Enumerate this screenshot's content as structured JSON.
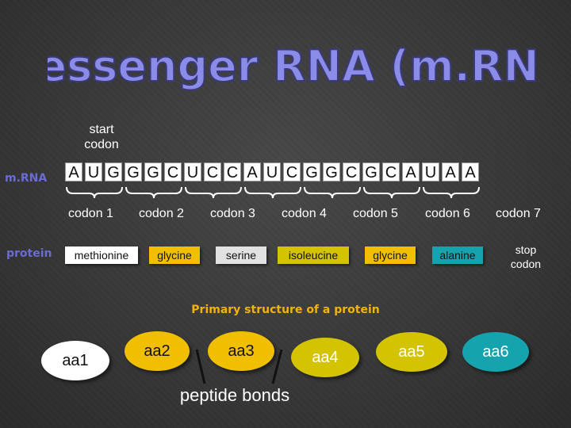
{
  "title": "Messenger RNA (m.RNA)",
  "start_codon": "start\ncodon",
  "labels": {
    "mrna": "m.RNA",
    "protein": "protein"
  },
  "sequence": [
    "A",
    "U",
    "G",
    "G",
    "G",
    "C",
    "U",
    "C",
    "C",
    "A",
    "U",
    "C",
    "G",
    "G",
    "C",
    "G",
    "C",
    "A",
    "U",
    "A",
    "A"
  ],
  "codons": [
    "codon 1",
    "codon 2",
    "codon 3",
    "codon 4",
    "codon 5",
    "codon 6",
    "codon 7"
  ],
  "amino_acids": [
    {
      "label": "methionine",
      "color": "#ffffff"
    },
    {
      "label": "glycine",
      "color": "#f0c000"
    },
    {
      "label": "serine",
      "color": "#e2e2e2"
    },
    {
      "label": "isoleucine",
      "color": "#d4c300"
    },
    {
      "label": "glycine",
      "color": "#f0c000"
    },
    {
      "label": "alanine",
      "color": "#15a3ae"
    }
  ],
  "stop_codon": "stop\ncodon",
  "primary_structure": "Primary structure of a protein",
  "chain": [
    {
      "label": "aa1",
      "color": "#ffffff",
      "text": "#111111"
    },
    {
      "label": "aa2",
      "color": "#f0c000",
      "text": "#111111"
    },
    {
      "label": "aa3",
      "color": "#f0c000",
      "text": "#111111"
    },
    {
      "label": "aa4",
      "color": "#d4c300",
      "text": "#ffffff"
    },
    {
      "label": "aa5",
      "color": "#d4c300",
      "text": "#ffffff"
    },
    {
      "label": "aa6",
      "color": "#15a3ae",
      "text": "#ffffff"
    }
  ],
  "peptide_bonds": "peptide bonds"
}
